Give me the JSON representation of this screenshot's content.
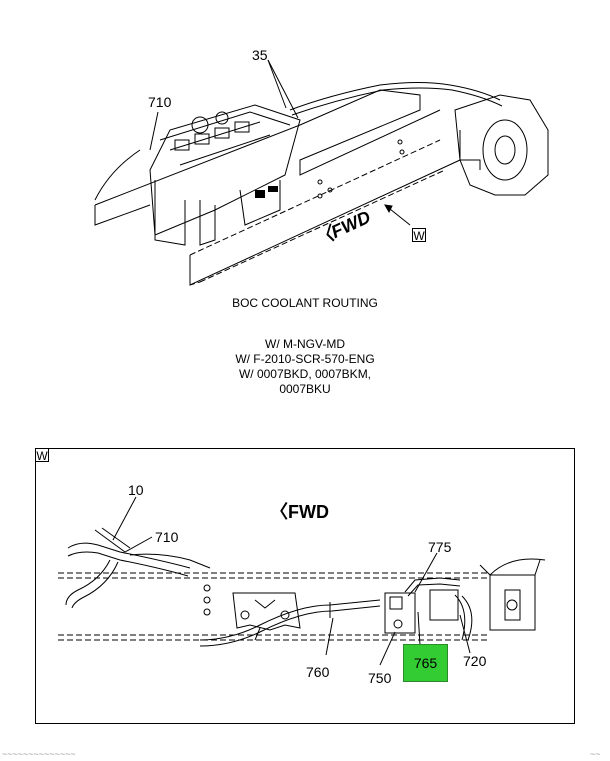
{
  "main_view": {
    "callouts": {
      "c35": "35",
      "c710": "710"
    },
    "fwd_label": "FWD",
    "view_marker": "W",
    "title": "BOC COOLANT ROUTING",
    "conditions": [
      "W/ M-NGV-MD",
      "W/ F-2010-SCR-570-ENG",
      "W/ 0007BKD, 0007BKM,",
      "0007BKU"
    ]
  },
  "detail_view": {
    "view_marker": "W",
    "fwd_label": "FWD",
    "callouts": {
      "c10": "10",
      "c710": "710",
      "c775": "775",
      "c760": "760",
      "c750": "750",
      "c765": "765",
      "c720": "720"
    },
    "highlight_color": "#33cc33"
  },
  "footer": {
    "left": "~~~~~~~~~~~~~~",
    "right": "~~"
  }
}
